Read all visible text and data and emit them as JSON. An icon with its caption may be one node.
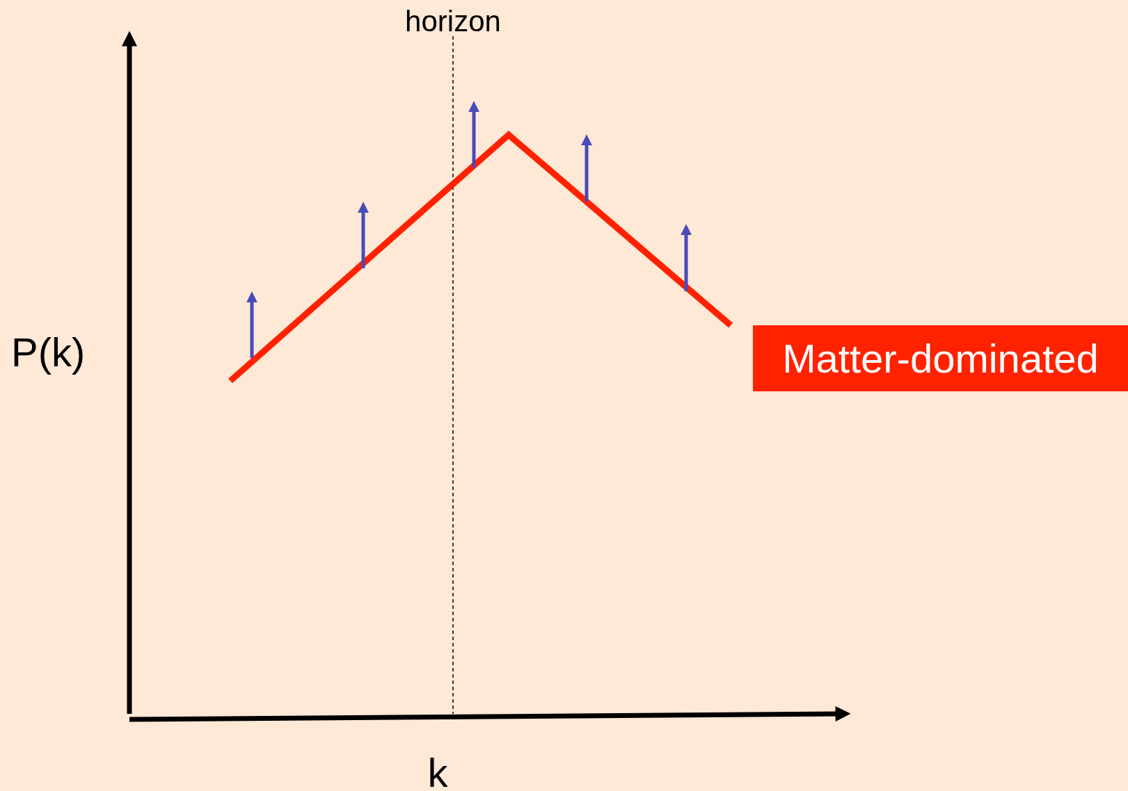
{
  "diagram": {
    "nodes": [
      {
        "text": [
          "Matter-dominated"
        ]
      }
    ],
    "labels": [
      "horizon",
      "P(k)",
      "k"
    ]
  }
}
